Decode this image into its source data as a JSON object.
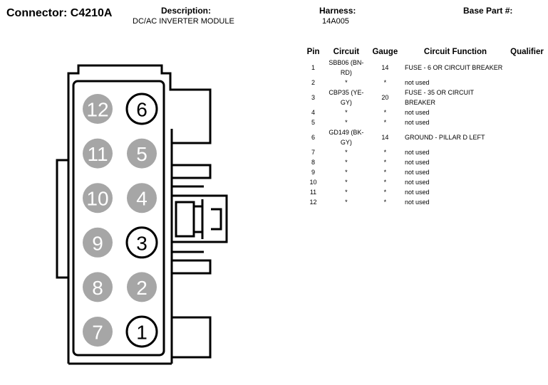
{
  "connector": {
    "label": "Connector: C4210A"
  },
  "description": {
    "label": "Description:",
    "value": "DC/AC INVERTER MODULE"
  },
  "harness": {
    "label": "Harness:",
    "value": "14A005"
  },
  "base_part": {
    "label": "Base Part #:",
    "value": ""
  },
  "table": {
    "headers": {
      "pin": "Pin",
      "circuit": "Circuit",
      "gauge": "Gauge",
      "function": "Circuit Function",
      "qualifier": "Qualifier"
    },
    "rows": [
      {
        "pin": "1",
        "circuit": "SBB06 (BN-RD)",
        "gauge": "14",
        "function": "FUSE - 6 OR CIRCUIT BREAKER",
        "qualifier": ""
      },
      {
        "pin": "2",
        "circuit": "*",
        "gauge": "*",
        "function": "not used",
        "qualifier": ""
      },
      {
        "pin": "3",
        "circuit": "CBP35 (YE-GY)",
        "gauge": "20",
        "function": "FUSE - 35 OR CIRCUIT BREAKER",
        "qualifier": ""
      },
      {
        "pin": "4",
        "circuit": "*",
        "gauge": "*",
        "function": "not used",
        "qualifier": ""
      },
      {
        "pin": "5",
        "circuit": "*",
        "gauge": "*",
        "function": "not used",
        "qualifier": ""
      },
      {
        "pin": "6",
        "circuit": "GD149 (BK-GY)",
        "gauge": "14",
        "function": "GROUND - PILLAR D LEFT",
        "qualifier": ""
      },
      {
        "pin": "7",
        "circuit": "*",
        "gauge": "*",
        "function": "not used",
        "qualifier": ""
      },
      {
        "pin": "8",
        "circuit": "*",
        "gauge": "*",
        "function": "not used",
        "qualifier": ""
      },
      {
        "pin": "9",
        "circuit": "*",
        "gauge": "*",
        "function": "not used",
        "qualifier": ""
      },
      {
        "pin": "10",
        "circuit": "*",
        "gauge": "*",
        "function": "not used",
        "qualifier": ""
      },
      {
        "pin": "11",
        "circuit": "*",
        "gauge": "*",
        "function": "not used",
        "qualifier": ""
      },
      {
        "pin": "12",
        "circuit": "*",
        "gauge": "*",
        "function": "not used",
        "qualifier": ""
      }
    ]
  },
  "cavities": [
    {
      "label": "12",
      "used": false
    },
    {
      "label": "6",
      "used": true
    },
    {
      "label": "11",
      "used": false
    },
    {
      "label": "5",
      "used": false
    },
    {
      "label": "10",
      "used": false
    },
    {
      "label": "4",
      "used": false
    },
    {
      "label": "9",
      "used": false
    },
    {
      "label": "3",
      "used": true
    },
    {
      "label": "8",
      "used": false
    },
    {
      "label": "2",
      "used": false
    },
    {
      "label": "7",
      "used": false
    },
    {
      "label": "1",
      "used": true
    }
  ],
  "colors": {
    "unused_fill": "#a6a6a6",
    "used_fill": "#ffffff",
    "line": "#000000",
    "unused_text": "#ffffff"
  }
}
